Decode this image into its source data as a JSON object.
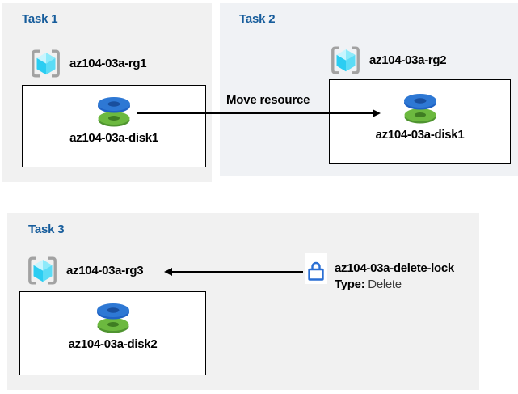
{
  "colors": {
    "panel_gray": "#f1f1f1",
    "panel_blue_gray": "#f0f2f5",
    "heading_blue": "#175d9c",
    "label_black": "#000000",
    "type_value_gray": "#3c3c3c",
    "arrow_black": "#000000",
    "box_border": "#000000",
    "bracket_gray": "#a2a2a2",
    "cube_top_left": "#c8f5fe",
    "cube_top_right": "#8deafa",
    "cube_face_left": "#2bcdf2",
    "cube_face_right": "#5bdcf6",
    "disk_blue_top": "#2e78d4",
    "disk_blue_side": "#1f62c4",
    "disk_blue_hole": "#194f9e",
    "disk_green_top": "#6cb93f",
    "disk_green_side": "#4f9430",
    "disk_green_hole": "#3f7d22",
    "lock_blue": "#2a6fd4"
  },
  "tasks": [
    {
      "title": "Task 1",
      "resource_group": "az104-03a-rg1",
      "disk": "az104-03a-disk1"
    },
    {
      "title": "Task 2",
      "resource_group": "az104-03a-rg2",
      "disk": "az104-03a-disk1"
    },
    {
      "title": "Task 3",
      "resource_group": "az104-03a-rg3",
      "disk": "az104-03a-disk2"
    }
  ],
  "move_arrow": {
    "label": "Move resource"
  },
  "lock": {
    "name": "az104-03a-delete-lock",
    "type_label": "Type:",
    "type_value": "Delete"
  }
}
